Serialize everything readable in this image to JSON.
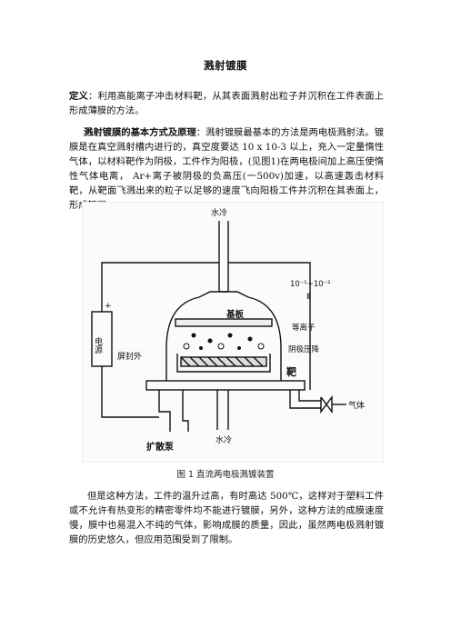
{
  "doc": {
    "title": "溅射镀膜",
    "definition": {
      "label": "定义",
      "text": "：利用高能离子冲击材料靶，从其表面溅射出粒子并沉积在工件表面上形成薄膜的方法。"
    },
    "principle": {
      "label": "溅射镀膜的基本方式及原理",
      "text": "：溅射镀膜最基本的方法是两电极溅射法。镀膜是在真空溅射槽内进行的，真空度要达 10 x 10-3 以上，充入一定量惰性气体，以材料靶作为阴极，工件作为阳极，(见图1)在两电极间加上高压使惰性气体电离， Ar+离子被阴极的负高压(一500v)加速，以高速轰击材料靶，从靶面飞溅出来的粒子以足够的速度飞向阳极工件并沉积在其表面上，形成镀层。"
    },
    "figure": {
      "caption": "图 1 直流两电极溅镀装置",
      "labels": {
        "water_top": "水冷",
        "water_bottom": "水冷",
        "pressure": "10⁻¹~10⁻²",
        "pressure_unit": "Ⅱ",
        "power": "电源",
        "power_plus": "+",
        "substrate": "基板",
        "ion": "等离子",
        "dark_space": "阴极压降",
        "seal": "屏封外",
        "target": "靶",
        "pump": "扩散泵",
        "gas": "气体"
      }
    },
    "limitation": "但是这种方法，工件的温升过高，有时高达 500℃，这样对于塑料工件或不允许有热变形的精密零件均不能进行镀膜，另外，这种方法的成膜速度慢，膜中也易混入不纯的气体，影响成膜的质量，因此，虽然两电极溅射镀膜的历史悠久，但应用范围受到了限制。"
  }
}
